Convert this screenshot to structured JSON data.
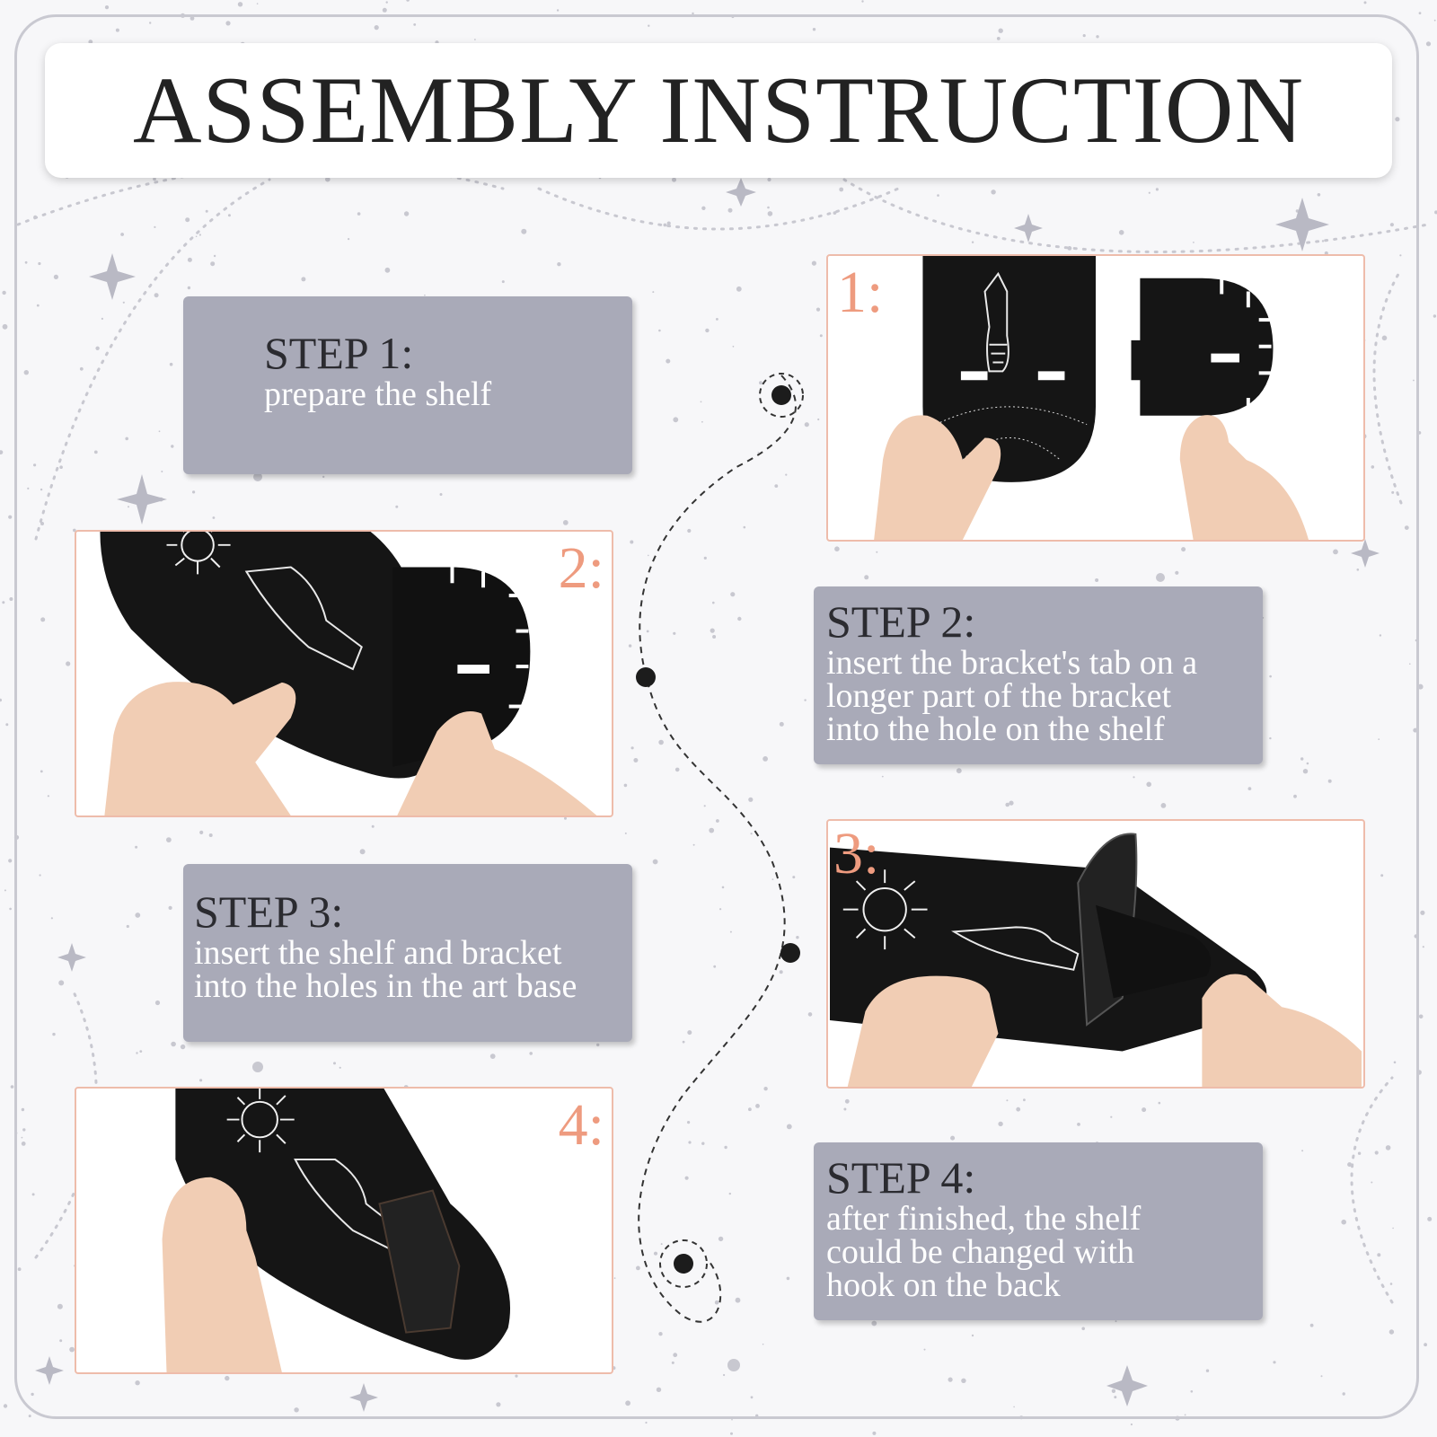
{
  "title": "ASSEMBLY INSTRUCTION",
  "steps": [
    {
      "heading": "STEP 1:",
      "text": "prepare the shelf"
    },
    {
      "heading": "STEP 2:",
      "text": "insert the bracket's tab on a\nlonger part of the bracket\ninto the hole on the shelf"
    },
    {
      "heading": "STEP 3:",
      "text": "insert the shelf and bracket\ninto the holes in the art base"
    },
    {
      "heading": "STEP 4:",
      "text": "after finished, the shelf\ncould be changed with\nhook on the back"
    }
  ],
  "photos": [
    {
      "label": "1:"
    },
    {
      "label": "2:"
    },
    {
      "label": "3:"
    },
    {
      "label": "4:"
    }
  ],
  "colors": {
    "step_box": "#a9aab8",
    "photo_border": "#eebcab",
    "number_accent": "#ee9b7f",
    "shelf": "#151515",
    "skin": "#f1cdb4"
  },
  "icons": [
    "sparkle-star-icon",
    "dotted-path",
    "hand-illustration",
    "sun-illustration"
  ]
}
